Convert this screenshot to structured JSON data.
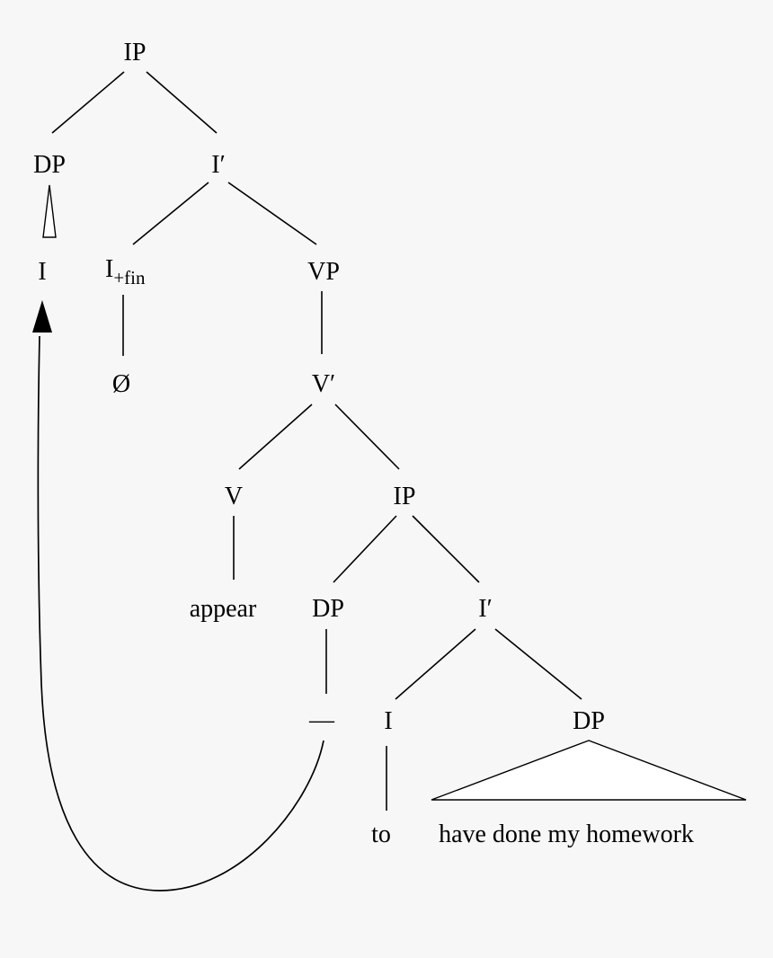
{
  "colors": {
    "background": "#f7f7f7",
    "ink": "#000000"
  },
  "diagram_type": "syntax-tree",
  "tree": {
    "nodes": {
      "ip_root": {
        "label": "IP"
      },
      "dp_subject": {
        "label": "DP"
      },
      "i_bar_1": {
        "label": "I′"
      },
      "i_pronoun": {
        "label": "I"
      },
      "i_fin": {
        "base": "I",
        "subscript": "+fin"
      },
      "vp": {
        "label": "VP"
      },
      "null_infl": {
        "label": "Ø"
      },
      "v_bar": {
        "label": "V′"
      },
      "v": {
        "label": "V"
      },
      "appear": {
        "label": "appear"
      },
      "ip_embedded": {
        "label": "IP"
      },
      "dp_trace": {
        "label": "DP"
      },
      "i_bar_2": {
        "label": "I′"
      },
      "trace": {
        "label": "—"
      },
      "i_lower": {
        "label": "I"
      },
      "dp_predicate": {
        "label": "DP"
      },
      "to": {
        "label": "to"
      },
      "predicate_phrase": {
        "label": "have done my homework"
      }
    },
    "movement": {
      "description": "DP raising from embedded subject trace position to matrix subject"
    }
  }
}
